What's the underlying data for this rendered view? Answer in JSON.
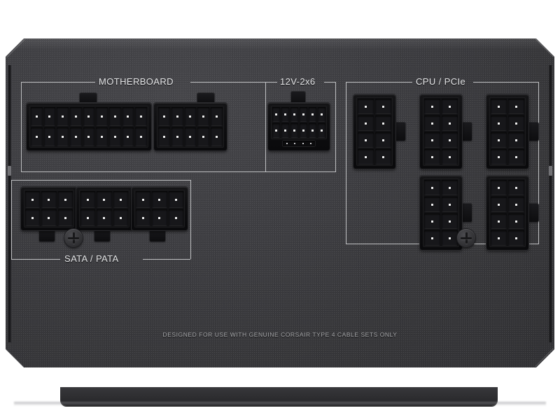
{
  "product": {
    "brand": "CORSAIR",
    "view": "modular-connector-panel",
    "footer_notice": "DESIGNED FOR USE WITH GENUINE CORSAIR TYPE 4 CABLE SETS ONLY",
    "colors": {
      "body": "#3c3c40",
      "body_dark": "#313134",
      "connector": "#0e0e10",
      "outline": "#bfc0c2",
      "label_text": "#e6e7e9",
      "footer_text": "#a9aaad",
      "pin_dot": "#f0f0f0",
      "background": "#ffffff"
    }
  },
  "groups": [
    {
      "id": "motherboard",
      "label": "MOTHERBOARD",
      "connectors": [
        {
          "id": "atx-24pin-a",
          "cols": 9,
          "rows": 2,
          "pins": 18,
          "tab": "top"
        },
        {
          "id": "atx-24pin-b",
          "cols": 5,
          "rows": 2,
          "pins": 10,
          "tab": "top"
        }
      ]
    },
    {
      "id": "12v-2x6",
      "label": "12V-2x6",
      "connectors": [
        {
          "id": "12vhpwr",
          "cols": 6,
          "rows": 2,
          "pins": 12,
          "tab": "top",
          "sense_pins": 4
        }
      ]
    },
    {
      "id": "cpu-pcie",
      "label": "CPU / PCIe",
      "connectors": [
        {
          "id": "cpu-pcie-1",
          "cols": 2,
          "rows": 4,
          "pins": 8,
          "tab": "right"
        },
        {
          "id": "cpu-pcie-2",
          "cols": 2,
          "rows": 4,
          "pins": 8,
          "tab": "right"
        },
        {
          "id": "cpu-pcie-3",
          "cols": 2,
          "rows": 4,
          "pins": 8,
          "tab": "right"
        },
        {
          "id": "cpu-pcie-4",
          "cols": 2,
          "rows": 4,
          "pins": 8,
          "tab": "right"
        },
        {
          "id": "cpu-pcie-5",
          "cols": 2,
          "rows": 4,
          "pins": 8,
          "tab": "right"
        }
      ]
    },
    {
      "id": "sata-pata",
      "label": "SATA / PATA",
      "connectors": [
        {
          "id": "sata-1",
          "cols": 3,
          "rows": 2,
          "pins": 6,
          "tab": "bottom"
        },
        {
          "id": "sata-2",
          "cols": 3,
          "rows": 2,
          "pins": 6,
          "tab": "bottom"
        },
        {
          "id": "sata-3",
          "cols": 3,
          "rows": 2,
          "pins": 6,
          "tab": "bottom"
        }
      ]
    }
  ],
  "screws": [
    {
      "id": "screw-sata",
      "type": "phillips"
    },
    {
      "id": "screw-pcie",
      "type": "phillips"
    }
  ]
}
